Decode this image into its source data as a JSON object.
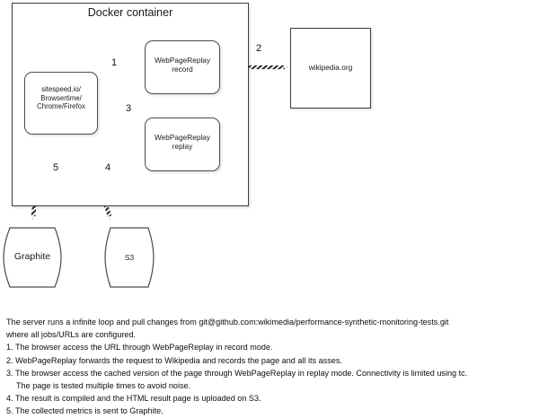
{
  "diagram": {
    "container": {
      "title": "Docker container"
    },
    "nodes": {
      "sitespeed": "sitespeed.io/\nBrowsertime/\nChrome/Firefox",
      "wpr_record": "WebPageReplay\nrecord",
      "wpr_replay": "WebPageReplay\nreplay",
      "wikipedia": "wikipedia.org",
      "graphite": "Graphite",
      "s3": "S3"
    },
    "arrows": [
      {
        "id": "1",
        "label": "1",
        "from": "sitespeed",
        "to": "wpr_record"
      },
      {
        "id": "2",
        "label": "2",
        "from": "wpr_record",
        "to": "wikipedia"
      },
      {
        "id": "3",
        "label": "3",
        "from": "sitespeed",
        "to": "wpr_replay"
      },
      {
        "id": "4",
        "label": "4",
        "from": "sitespeed",
        "to": "s3"
      },
      {
        "id": "5",
        "label": "5",
        "from": "sitespeed",
        "to": "graphite"
      }
    ],
    "colors": {
      "stroke": "#3b3b3b",
      "node_stroke": "#4a4a4a",
      "background": "#ffffff",
      "text": "#111111"
    }
  },
  "caption": {
    "intro_line1": "The server runs a infinite loop and pull changes from git@github.com:wikimedia/performance-synthetic-monitoring-tests.git",
    "intro_line2": "where all jobs/URLs are configured.",
    "steps": [
      "1. The browser access the URL through WebPageReplay in record mode.",
      "2. WebPageReplay forwards the request to Wikipedia and records the page and all its asses.",
      "3. The browser access the cached version of the page through WebPageReplay in replay mode. Connectivity is limited using tc.",
      "The page is tested multiple times to avoid noise.",
      "4. The result is compiled and the HTML result page is uploaded on S3.",
      "5. The collected metrics is sent to Graphite."
    ]
  }
}
